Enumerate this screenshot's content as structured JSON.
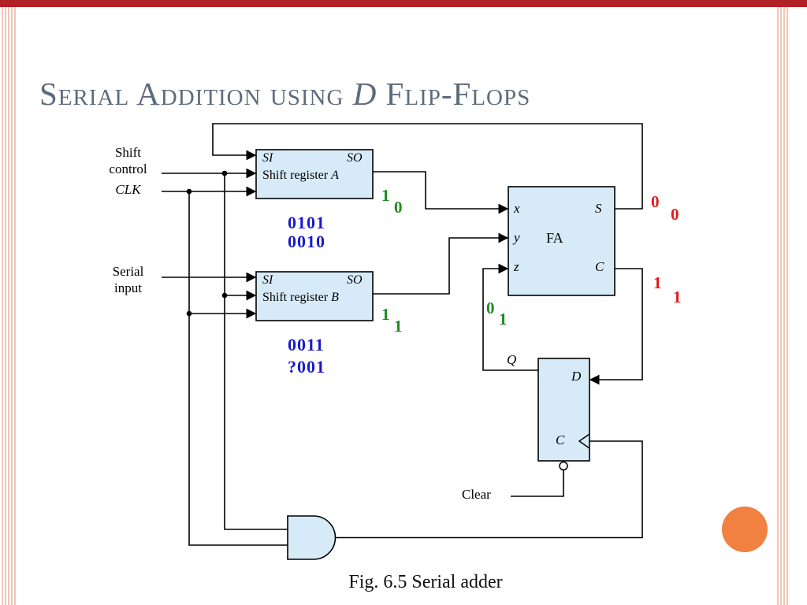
{
  "title": {
    "pre": "Serial Addition using ",
    "emph": "D",
    "post": " Flip-Flops"
  },
  "caption": "Fig. 6.5 Serial adder",
  "signals": {
    "shift_control": [
      "Shift",
      "control"
    ],
    "clk": "CLK",
    "serial_input": [
      "Serial",
      "input"
    ],
    "clear": "Clear"
  },
  "shift_register_a": {
    "si": "SI",
    "so": "SO",
    "label": "Shift register ",
    "letter": "A",
    "contents": [
      "0101",
      "0010"
    ],
    "output_bits": [
      "1",
      "0"
    ]
  },
  "shift_register_b": {
    "si": "SI",
    "so": "SO",
    "label": "Shift register ",
    "letter": "B",
    "contents": [
      "0011",
      "?001"
    ],
    "output_bits": [
      "1",
      "1"
    ]
  },
  "full_adder": {
    "label": "FA",
    "in_x": "x",
    "in_y": "y",
    "in_z": "z",
    "out_s": "S",
    "out_c": "C",
    "s_bits": [
      "0",
      "0"
    ],
    "c_bits": [
      "1",
      "1"
    ],
    "z_bits": [
      "0",
      "1"
    ]
  },
  "flip_flop": {
    "q": "Q",
    "d": "D",
    "c": "C"
  },
  "colors": {
    "top_bar": "#b02025",
    "edge_stripes": "#f2c6b8",
    "title_text": "#5d6c7c",
    "box_fill": "#d7eaf7",
    "wire": "#000000",
    "binary_blue": "#1a1acc",
    "bit_green": "#1e8c1e",
    "bit_red": "#e51a1a",
    "accent_circle": "#f08140"
  }
}
